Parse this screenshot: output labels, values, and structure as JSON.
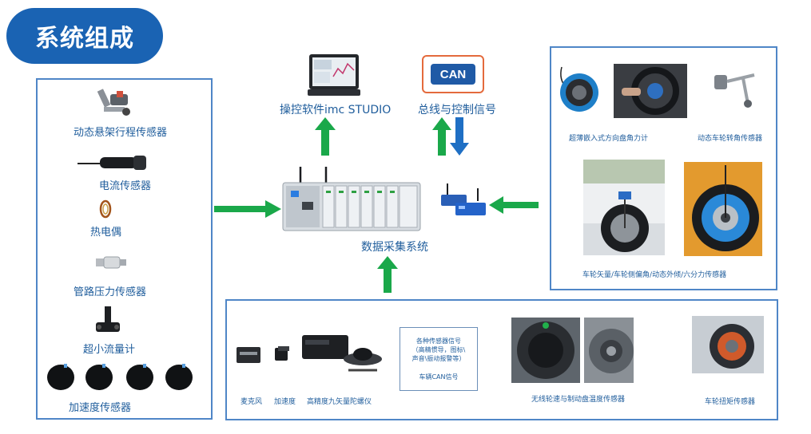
{
  "title": "系统组成",
  "left_sensors": [
    "动态悬架行程传感器",
    "电流传感器",
    "热电偶",
    "管路压力传感器",
    "超小流量计",
    "加速度传感器"
  ],
  "top": {
    "software_label": "操控软件imc STUDIO",
    "bus_label": "总线与控制信号",
    "can_logo_text": "CAN"
  },
  "center": {
    "daq_label": "数据采集系统"
  },
  "right_panel": {
    "labels": [
      "超薄嵌入式方向盘角力计",
      "动态车轮转角传感器",
      "车轮矢量/车轮侧偏角/动态外倾/六分力传感器"
    ]
  },
  "bottom_panel": {
    "labels": {
      "mic": "麦克风",
      "accel": "加速度",
      "gyro": "高精度九矢量陀螺仪",
      "wireless": "无线轮速与制动盘温度传感器",
      "torque": "车轮扭矩传感器"
    },
    "signal_box": {
      "line1": "各种传感器信号",
      "line2": "（高精惯导，图标\\",
      "line3": "声音\\振动报警等）",
      "line4": "车辆CAN信号"
    }
  },
  "colors": {
    "accent_blue": "#1a63b3",
    "panel_border": "#4f86c7",
    "arrow_green": "#1aa84a",
    "arrow_blue": "#1f6fc4"
  }
}
